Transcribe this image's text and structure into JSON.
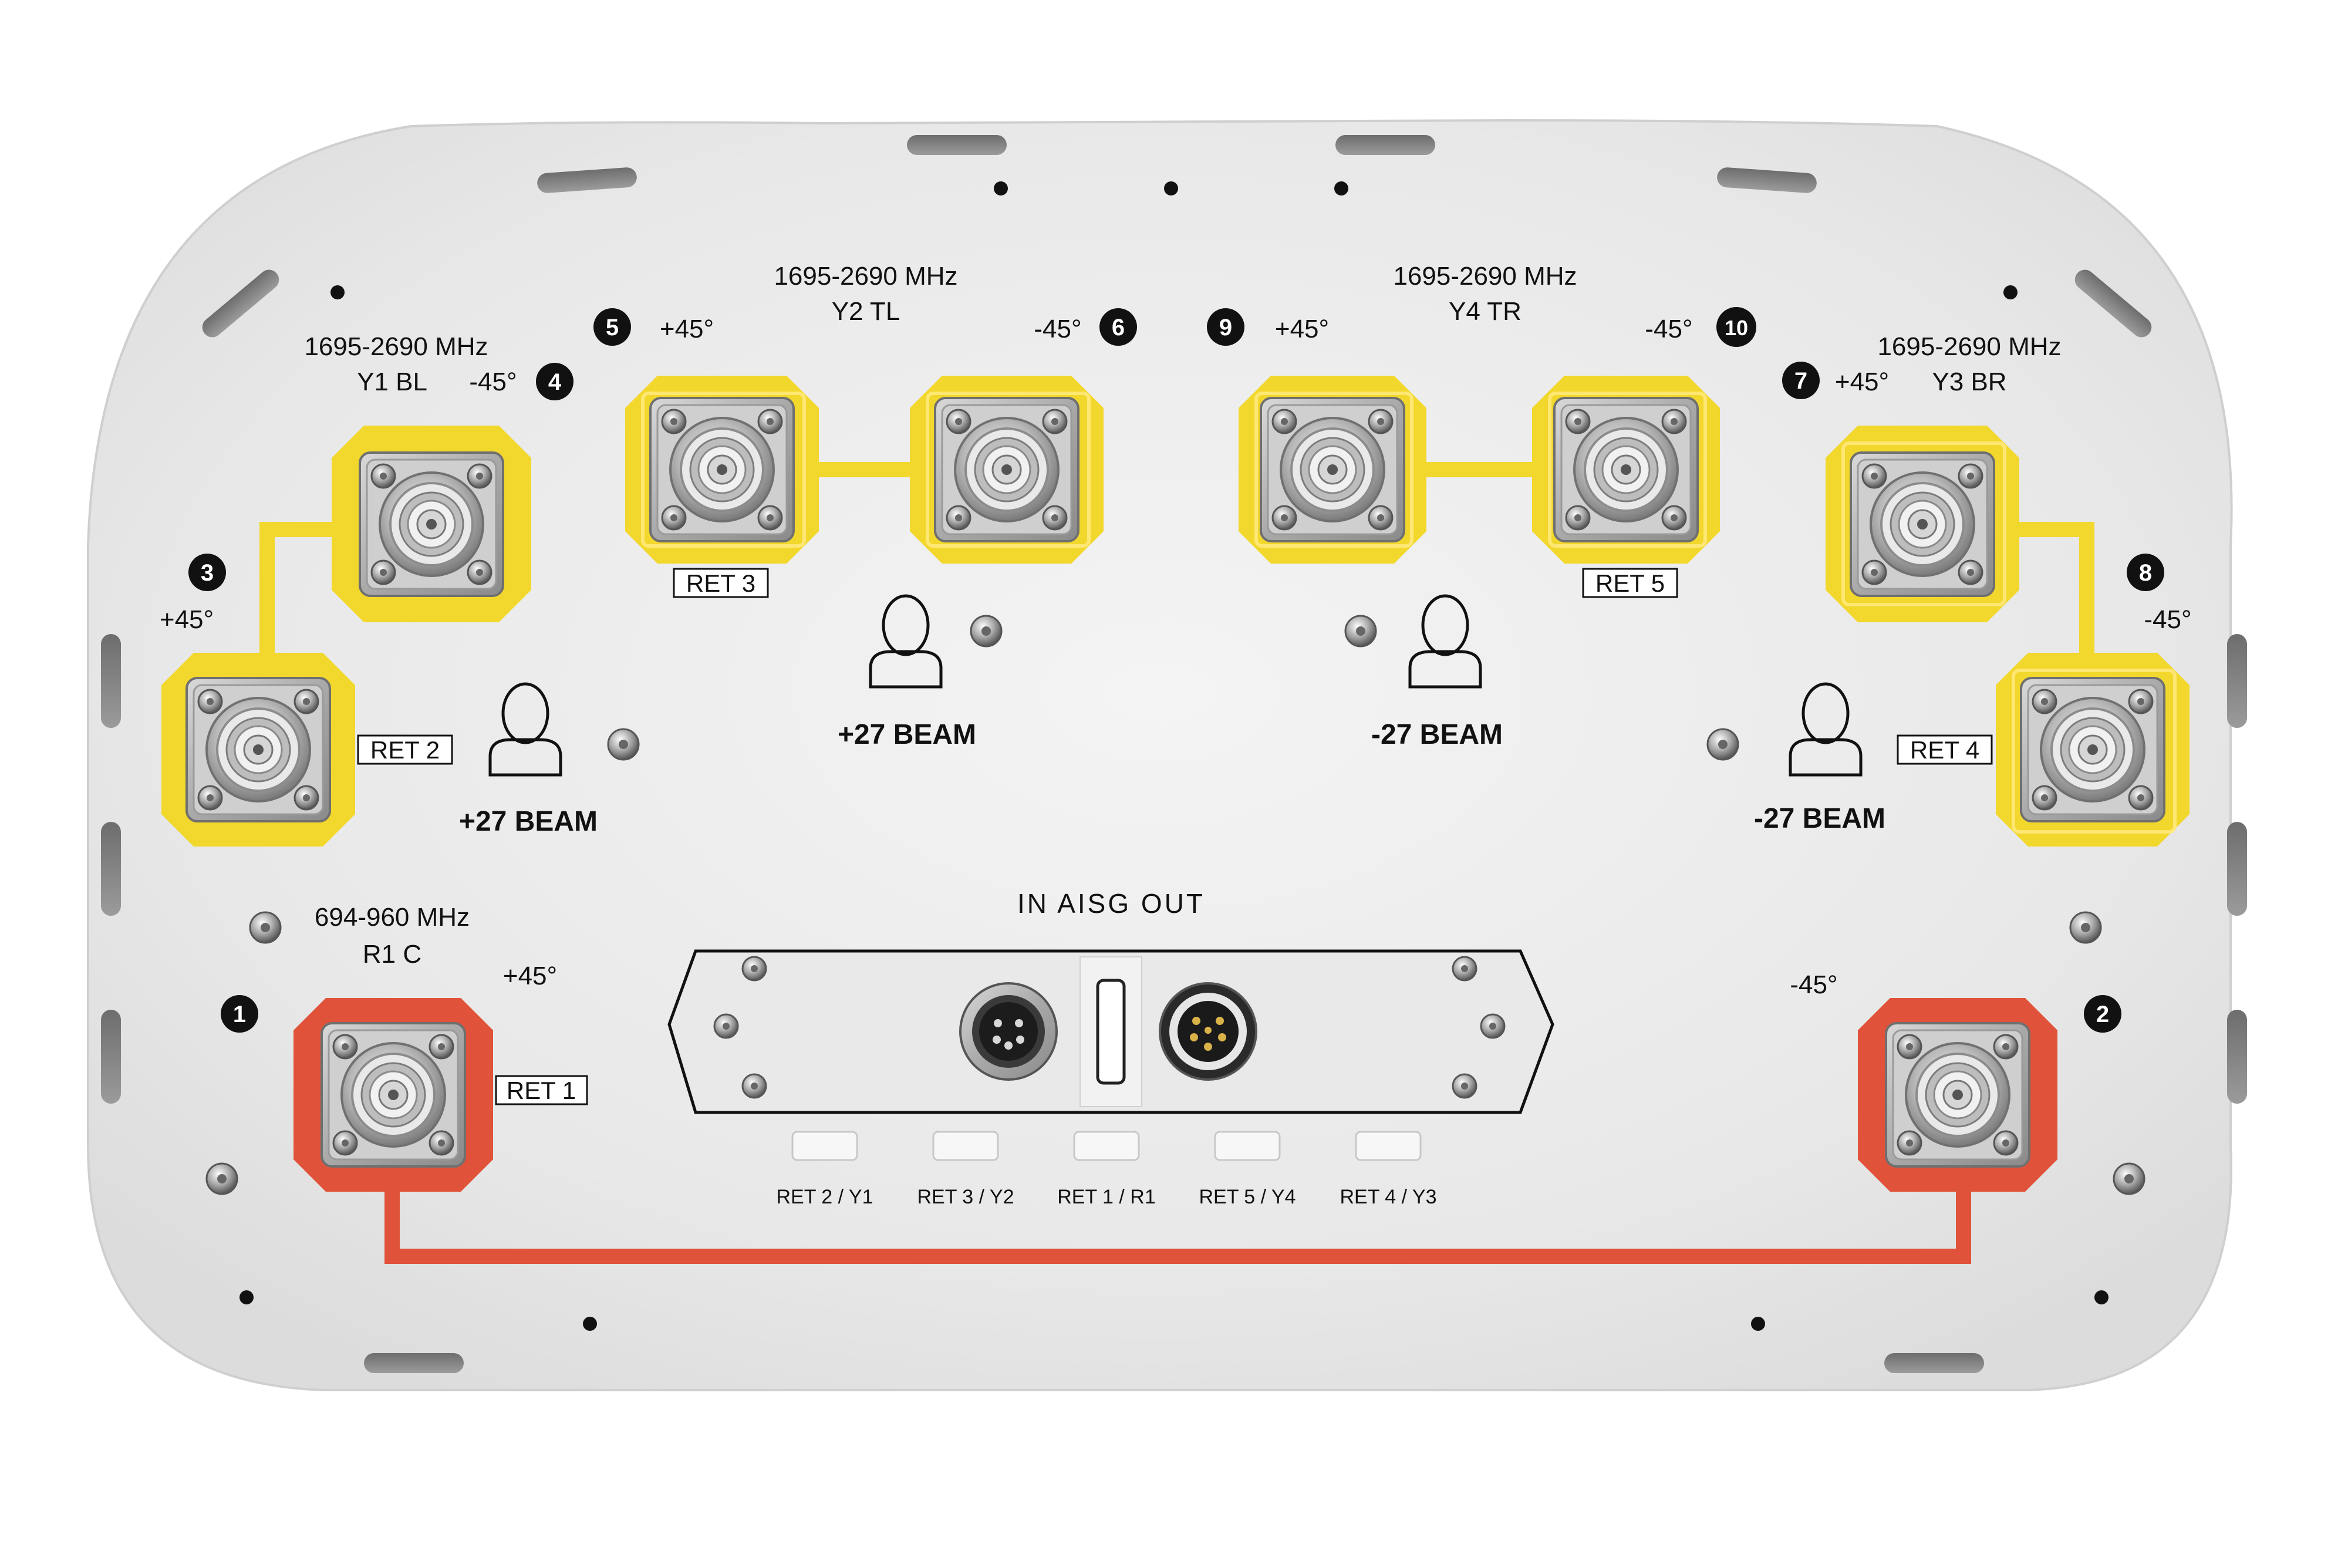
{
  "bands": [
    {
      "id": "y1",
      "freq": "1695-2690 MHz",
      "name": "Y1 BL"
    },
    {
      "id": "y2",
      "freq": "1695-2690 MHz",
      "name": "Y2 TL"
    },
    {
      "id": "y4",
      "freq": "1695-2690 MHz",
      "name": "Y4 TR"
    },
    {
      "id": "y3",
      "freq": "1695-2690 MHz",
      "name": "Y3 BR"
    },
    {
      "id": "r1",
      "freq": "694-960 MHz",
      "name": "R1 C"
    }
  ],
  "ports": [
    {
      "num": "1",
      "pol": "+45°"
    },
    {
      "num": "2",
      "pol": "-45°"
    },
    {
      "num": "3",
      "pol": "+45°"
    },
    {
      "num": "4",
      "pol": "-45°"
    },
    {
      "num": "5",
      "pol": "+45°"
    },
    {
      "num": "6",
      "pol": "-45°"
    },
    {
      "num": "7",
      "pol": "+45°"
    },
    {
      "num": "8",
      "pol": "-45°"
    },
    {
      "num": "9",
      "pol": "+45°"
    },
    {
      "num": "10",
      "pol": "-45°"
    }
  ],
  "ret_labels": [
    "RET 1",
    "RET 2",
    "RET 3",
    "RET 4",
    "RET 5"
  ],
  "beams": [
    "+27 BEAM",
    "+27 BEAM",
    "-27 BEAM",
    "-27 BEAM"
  ],
  "aisg": {
    "title": "IN AISG OUT",
    "ret_ports": [
      "RET 2 / Y1",
      "RET 3 / Y2",
      "RET 1 / R1",
      "RET 5 / Y4",
      "RET 4 / Y3"
    ]
  },
  "colors": {
    "high_band": "#f2d72c",
    "low_band": "#e0533a",
    "panel": "#ececec",
    "badge": "#111111"
  }
}
